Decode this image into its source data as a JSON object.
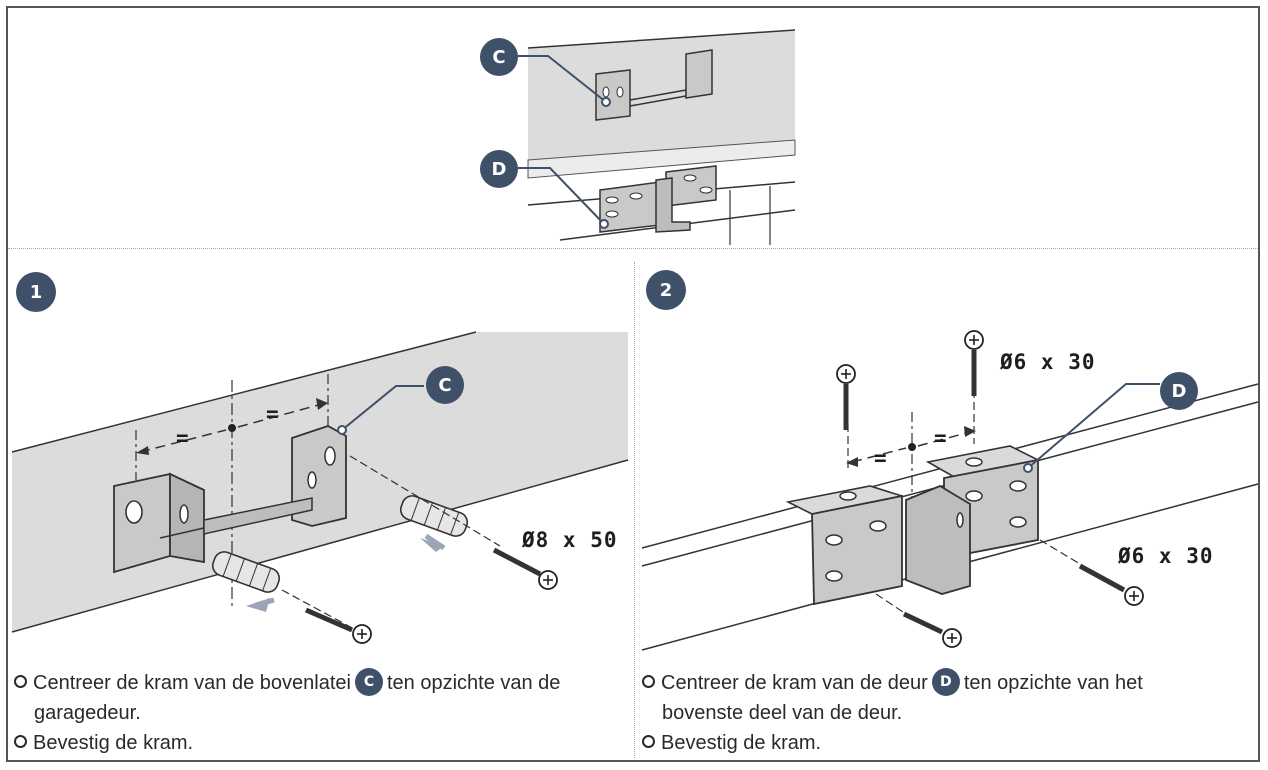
{
  "labels": {
    "part_c": "C",
    "part_d": "D",
    "step_1": "1",
    "step_2": "2"
  },
  "dimensions": {
    "step1_screw": "Ø8 x 50",
    "step2_screw_top": "Ø6 x 30",
    "step2_screw_side": "Ø6 x 30",
    "equal_sign": "="
  },
  "step1": {
    "line1_before": "Centreer de kram van de bovenlatei",
    "line1_after": "ten opzichte van de",
    "line2": "garagedeur.",
    "line3": "Bevestig de kram."
  },
  "step2": {
    "line1_before": "Centreer de kram van de deur",
    "line1_after": "ten opzichte van het",
    "line2": "bovenste deel van de deur.",
    "line3": "Bevestig de kram."
  },
  "colors": {
    "badge": "#3f5069",
    "panel": "#dcdcdc",
    "metal": "#c9c9c9"
  }
}
